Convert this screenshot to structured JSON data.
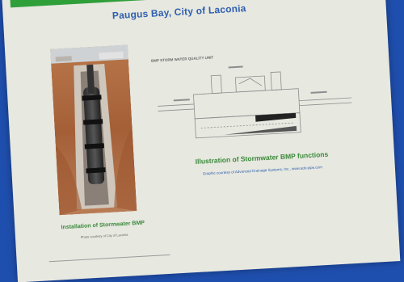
{
  "poster": {
    "title": "Paugus Bay, City of Laconia",
    "diagram_label": "BMP STORM WATER QUALITY UNIT",
    "diagram_caption": "Illustration of Stormwater BMP functions",
    "diagram_credit": "Graphic courtesy of Advanced Drainage Systems, Inc., www.ads-pipe.com",
    "photo_caption": "Installation of Stormwater BMP",
    "photo_credit": "Photo courtesy of City of Laconia"
  },
  "colors": {
    "background": "#1f4fae",
    "poster": "#e7e8e0",
    "green_band": "#2f9f3a",
    "title": "#2e5fae",
    "caption": "#3a8a3a"
  }
}
